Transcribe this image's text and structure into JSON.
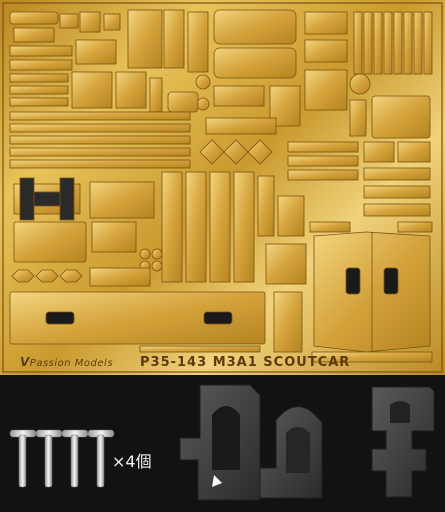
{
  "sheet": {
    "brand": "Passion Models",
    "product_code": "P35-143",
    "product_name": "M3A1 SCOUTCAR"
  },
  "parts": {
    "quantity_label": "×4個"
  },
  "colors": {
    "brass": "#d9ad45",
    "brass_dark": "#8a6214",
    "background": "#121212",
    "part_grey": "#3a3a3a",
    "pin_silver": "#d8d8d8"
  }
}
